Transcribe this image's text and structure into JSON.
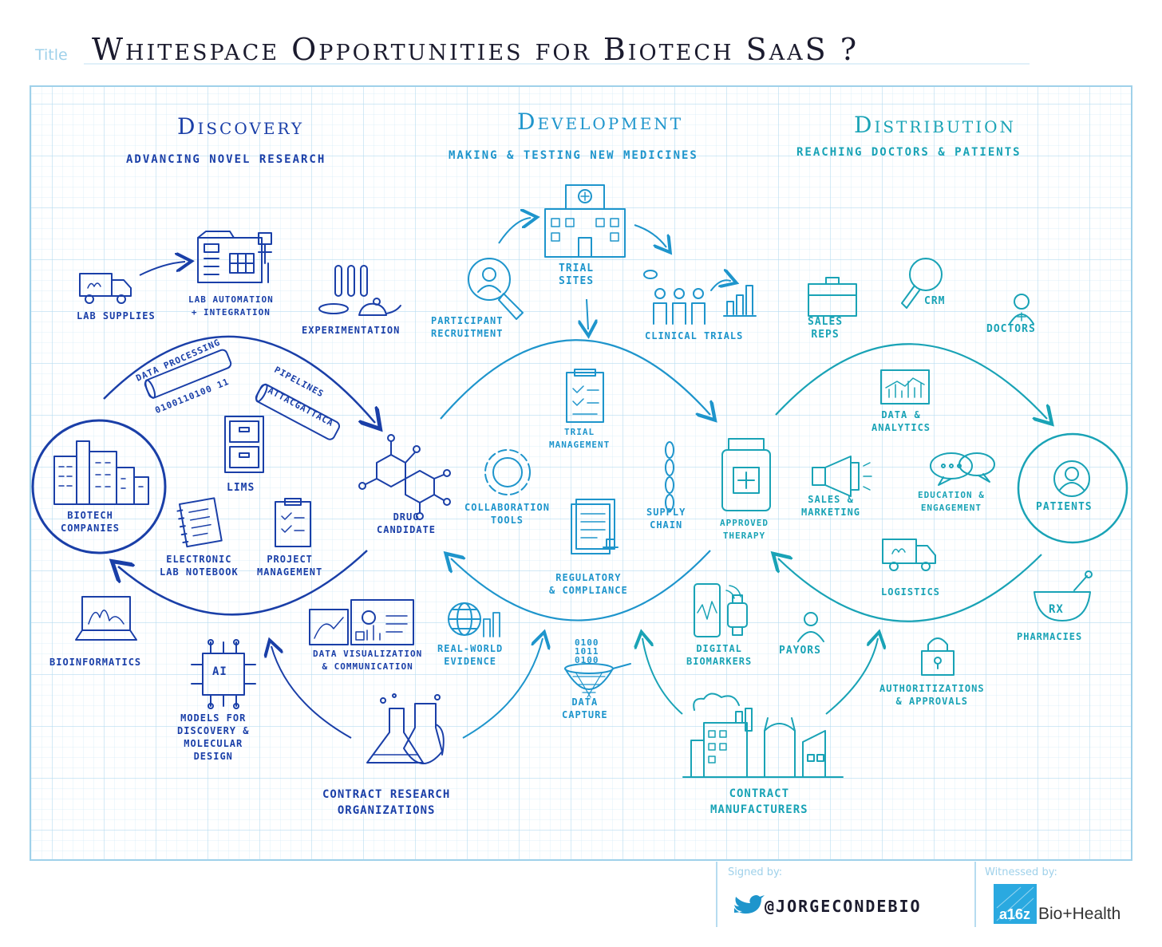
{
  "title_label": "Title",
  "title": "Whitespace Opportunities for Biotech SaaS ?",
  "stages": [
    {
      "name": "Discovery",
      "subtitle": "Advancing Novel Research"
    },
    {
      "name": "Development",
      "subtitle": "Making & Testing New Medicines"
    },
    {
      "name": "Distribution",
      "subtitle": "Reaching Doctors & Patients"
    }
  ],
  "discovery": {
    "lab_supplies": "Lab Supplies",
    "lab_automation": [
      "Lab Automation",
      "+ Integration"
    ],
    "experimentation": "Experimentation",
    "data_processing": "Data Processing",
    "binary": "0100110100 11",
    "pipelines": "Pipelines",
    "sequence": "ATTACGATTACA",
    "lims": "LIMS",
    "biotech_companies": [
      "Biotech",
      "Companies"
    ],
    "eln": [
      "Electronic",
      "Lab Notebook"
    ],
    "project_management": [
      "Project",
      "Management"
    ],
    "drug_candidate": [
      "Drug",
      "Candidate"
    ],
    "bioinformatics": "Bioinformatics",
    "models": [
      "Models for",
      "Discovery &",
      "Molecular",
      "Design"
    ],
    "ai": "AI",
    "data_viz": [
      "Data Visualization",
      "& Communication"
    ],
    "cro": [
      "Contract Research",
      "Organizations"
    ]
  },
  "development": {
    "trial_sites": [
      "Trial",
      "Sites"
    ],
    "participant_recruitment": [
      "Participant",
      "Recruitment"
    ],
    "clinical_trials": "Clinical Trials",
    "trial_management": [
      "Trial",
      "Management"
    ],
    "collaboration_tools": [
      "Collaboration",
      "Tools"
    ],
    "supply_chain": [
      "Supply",
      "Chain"
    ],
    "regulatory": [
      "Regulatory",
      "& Compliance"
    ],
    "real_world_evidence": [
      "Real-World",
      "Evidence"
    ],
    "data_capture": [
      "Data",
      "Capture"
    ],
    "binary_rows": [
      "0100",
      "1011",
      "0100"
    ],
    "digital_biomarkers": [
      "Digital",
      "Biomarkers"
    ]
  },
  "distribution": {
    "approved_therapy": [
      "Approved",
      "Therapy"
    ],
    "sales_reps": [
      "Sales",
      "Reps"
    ],
    "crm": "CRM",
    "doctors": "Doctors",
    "data_analytics": [
      "Data &",
      "Analytics"
    ],
    "sales_marketing": [
      "Sales &",
      "Marketing"
    ],
    "education": [
      "Education &",
      "Engagement"
    ],
    "patients": "Patients",
    "logistics": "Logistics",
    "payors": "Payors",
    "pharmacies": "Pharmacies",
    "authorizations": [
      "Authoritizations",
      "& Approvals"
    ],
    "contract_manufacturers": [
      "Contract",
      "Manufacturers"
    ],
    "rx": "Rx"
  },
  "footer": {
    "signed_label": "Signed by:",
    "signer": "@jorgecondebio",
    "witnessed_label": "Witnessed by:",
    "logo_text": "a16z",
    "org": "Bio+Health"
  },
  "colors": {
    "discovery": "#1a3fa8",
    "development": "#1e95cc",
    "distribution": "#19a3b6",
    "grid": "#cfe8f6",
    "grid_major": "#a9d6ee"
  }
}
